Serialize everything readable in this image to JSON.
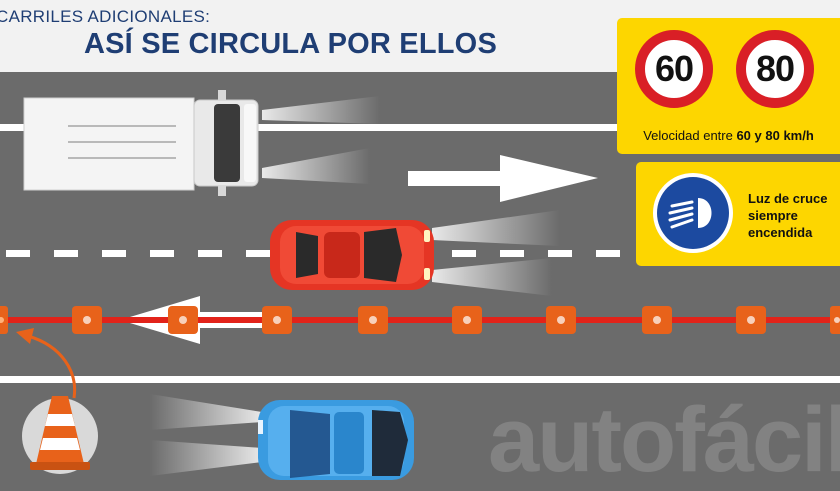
{
  "header": {
    "pre_title": "CARRILES ADICIONALES:",
    "title": "ASÍ SE CIRCULA POR ELLOS"
  },
  "speed_panel": {
    "limit_low": "60",
    "limit_high": "80",
    "caption_prefix": "Velocidad entre ",
    "caption_bold": "60 y 80 km/h"
  },
  "lights_panel": {
    "line1": "Luz de cruce",
    "line2": "siempre",
    "line3": "encendida",
    "icon": "low-beam-headlight-icon"
  },
  "watermark": "autofácil",
  "colors": {
    "header_bg": "#f2f2f2",
    "title_blue": "#1f3e74",
    "road_gray": "#6b6b6b",
    "panel_yellow": "#fdd600",
    "sign_red": "#d91f26",
    "cone_orange": "#e8621a",
    "divider_red": "#e2231a",
    "truck_white": "#f4f4f4",
    "car_red": "#e53524",
    "car_blue": "#3a9be0",
    "icon_blue": "#1c4aa0"
  }
}
